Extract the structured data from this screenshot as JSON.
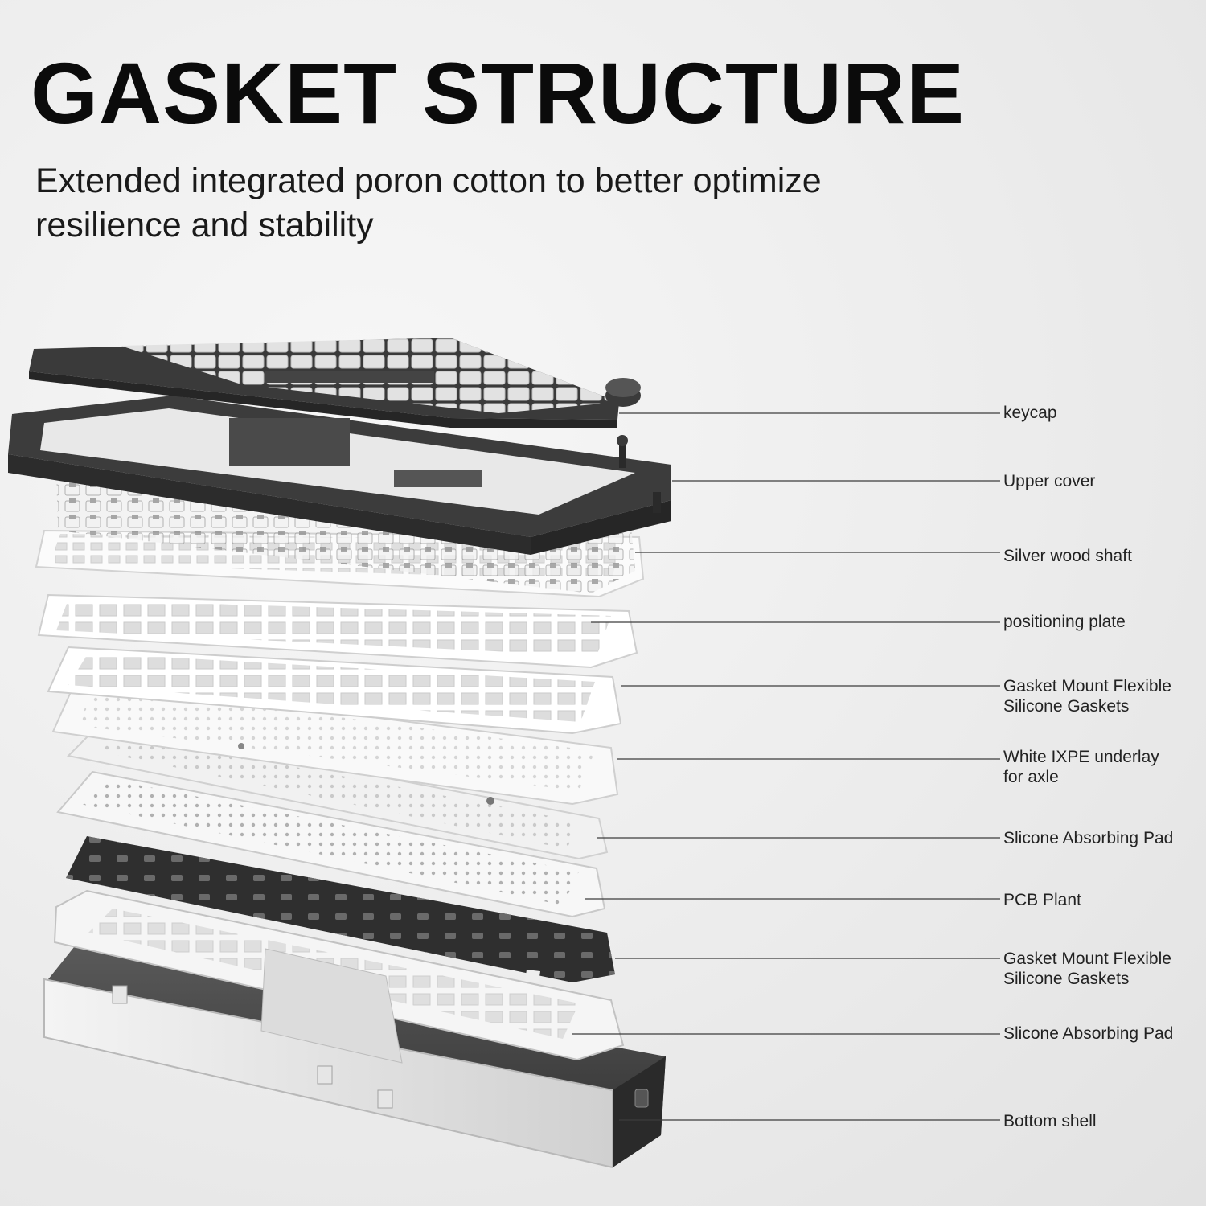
{
  "header": {
    "title": "GASKET STRUCTURE",
    "subtitle_line1": "Extended integrated poron cotton to better optimize",
    "subtitle_line2": "resilience and stability"
  },
  "colors": {
    "dark": "#3a3a3a",
    "keycap_light": "#d8d8d8",
    "plate_white": "#f8f8f8",
    "leader": "#3c3c3c"
  },
  "layers": [
    {
      "id": "keycap",
      "lines": [
        "keycap"
      ]
    },
    {
      "id": "upper-cover",
      "lines": [
        "Upper cover"
      ]
    },
    {
      "id": "silver-wood-shaft",
      "lines": [
        "Silver wood shaft"
      ]
    },
    {
      "id": "positioning-plate",
      "lines": [
        "positioning plate"
      ]
    },
    {
      "id": "gasket-1",
      "lines": [
        "Gasket Mount Flexible",
        "Silicone Gaskets"
      ]
    },
    {
      "id": "ixpe",
      "lines": [
        "White IXPE underlay",
        "for axle"
      ]
    },
    {
      "id": "absorbing-pad-1",
      "lines": [
        "Slicone Absorbing Pad"
      ]
    },
    {
      "id": "pcb",
      "lines": [
        "PCB Plant"
      ]
    },
    {
      "id": "gasket-2",
      "lines": [
        "Gasket Mount Flexible",
        "Silicone Gaskets"
      ]
    },
    {
      "id": "absorbing-pad-2",
      "lines": [
        "Slicone Absorbing Pad"
      ]
    },
    {
      "id": "bottom-shell",
      "lines": [
        "Bottom shell"
      ]
    }
  ]
}
